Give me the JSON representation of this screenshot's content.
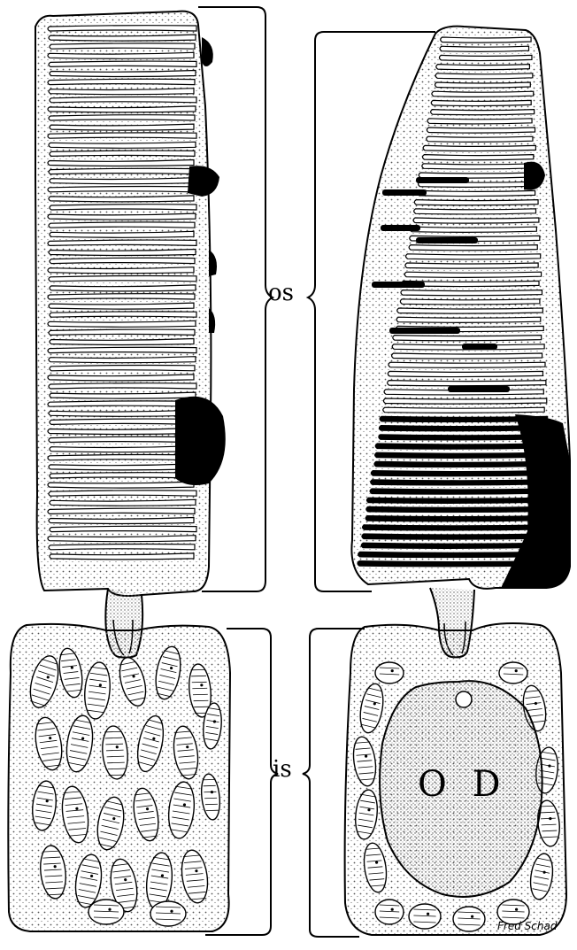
{
  "labels": {
    "outer_segment": "os",
    "inner_segment": "is",
    "oil_droplet": "O D",
    "signature": "Fred Schad"
  },
  "colors": {
    "ink": "#000000",
    "paper": "#ffffff",
    "stipple": "#8a8a8a"
  }
}
